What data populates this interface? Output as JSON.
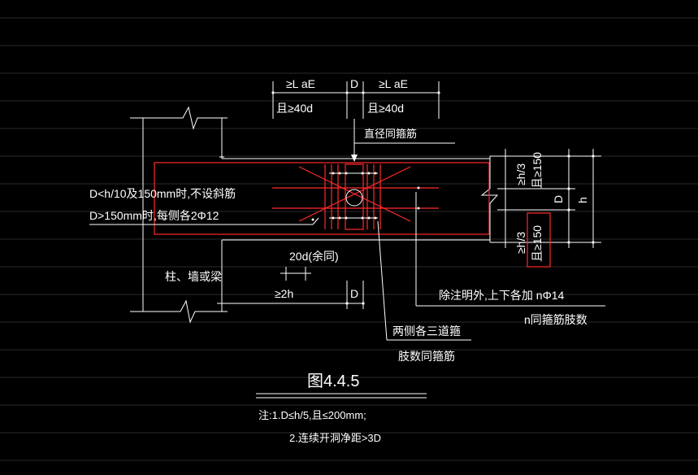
{
  "labels": {
    "top_dim_1": "≥L aE",
    "top_dim_d": "D",
    "top_dim_2": "≥L aE",
    "top_sub_1": "且≥40d",
    "top_sub_2": "且≥40d",
    "ring_stirrup": "直径同箍筋",
    "right_top_dim": "≥h/3",
    "right_top_sub": "且≥150",
    "right_d": "D",
    "right_h": "h",
    "right_bot_dim": "≥h/3",
    "right_bot_sub": "且≥150",
    "note_line_1": "D<h/10及150mm时,不设斜筋",
    "note_line_2": "D>150mm时,每侧各2Φ12",
    "dim_20d": "20d(余同)",
    "column_label": "柱、墙或梁",
    "dim_2h": "≥2h",
    "dim_d_bottom": "D",
    "extra_bars": "除注明外,上下各加 nΦ14",
    "n_same": "n同箍筋肢数",
    "side_stirrups": "两侧各三道箍",
    "legs_same": "肢数同箍筋",
    "figure_title": "图4.4.5",
    "note_1": "注:1.D≤h/5,且≤200mm;",
    "note_2": "2.连续开洞净距>3D"
  },
  "colors": {
    "background": "#000000",
    "lines": "#ffffff",
    "rebar": "#ff2a2a"
  }
}
